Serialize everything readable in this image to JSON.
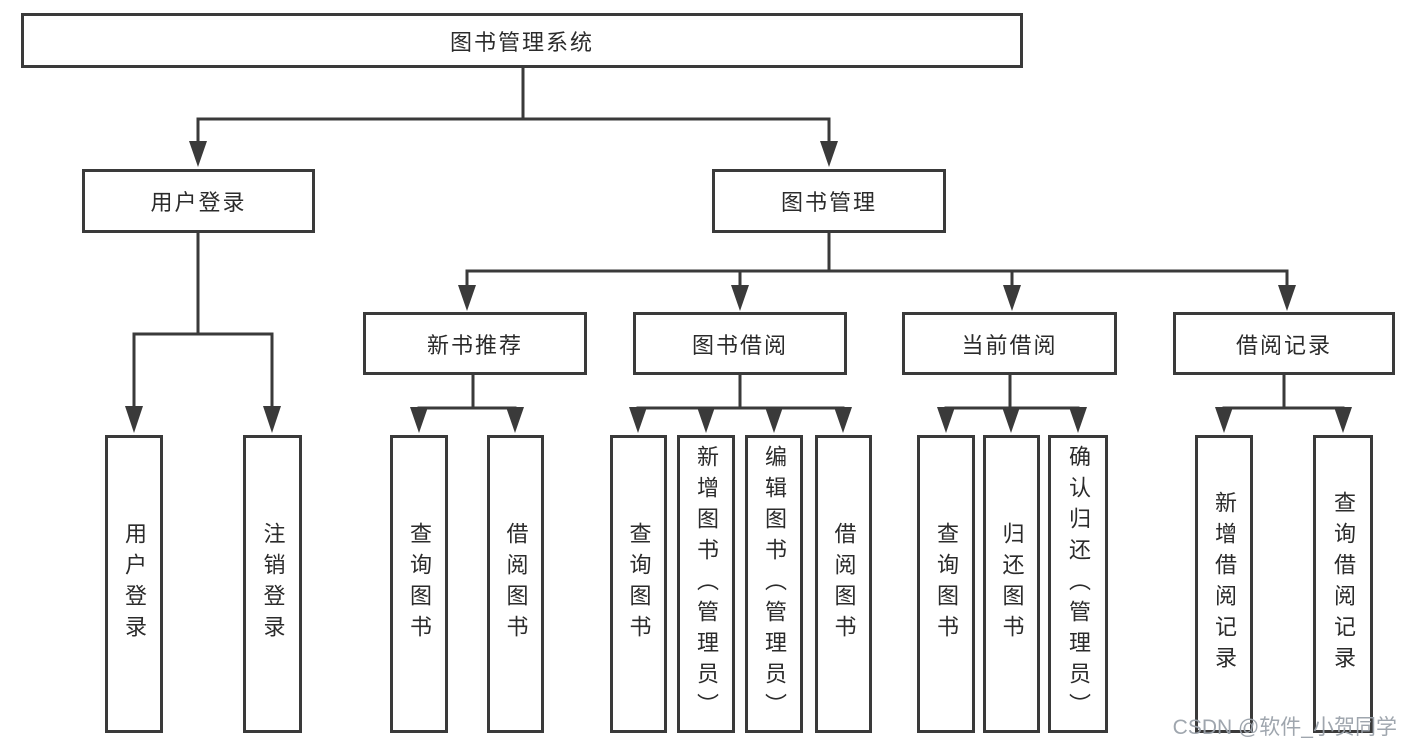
{
  "diagram_type": "hierarchy-tree",
  "colors": {
    "line": "#3a3a3a",
    "text": "#2b2b2b",
    "box_background": "#ffffff",
    "watermark": "#9aa1aa"
  },
  "watermark": "CSDN @软件_小贺同学",
  "tree": {
    "label": "图书管理系统",
    "children": [
      {
        "label": "用户登录",
        "children": [
          {
            "label": "用户登录"
          },
          {
            "label": "注销登录"
          }
        ]
      },
      {
        "label": "图书管理",
        "children": [
          {
            "label": "新书推荐",
            "children": [
              {
                "label": "查询图书"
              },
              {
                "label": "借阅图书"
              }
            ]
          },
          {
            "label": "图书借阅",
            "children": [
              {
                "label": "查询图书"
              },
              {
                "label": "新增图书（管理员）"
              },
              {
                "label": "编辑图书（管理员）"
              },
              {
                "label": "借阅图书"
              }
            ]
          },
          {
            "label": "当前借阅",
            "children": [
              {
                "label": "查询图书"
              },
              {
                "label": "归还图书"
              },
              {
                "label": "确认归还（管理员）"
              }
            ]
          },
          {
            "label": "借阅记录",
            "children": [
              {
                "label": "新增借阅记录"
              },
              {
                "label": "查询借阅记录"
              }
            ]
          }
        ]
      }
    ]
  }
}
